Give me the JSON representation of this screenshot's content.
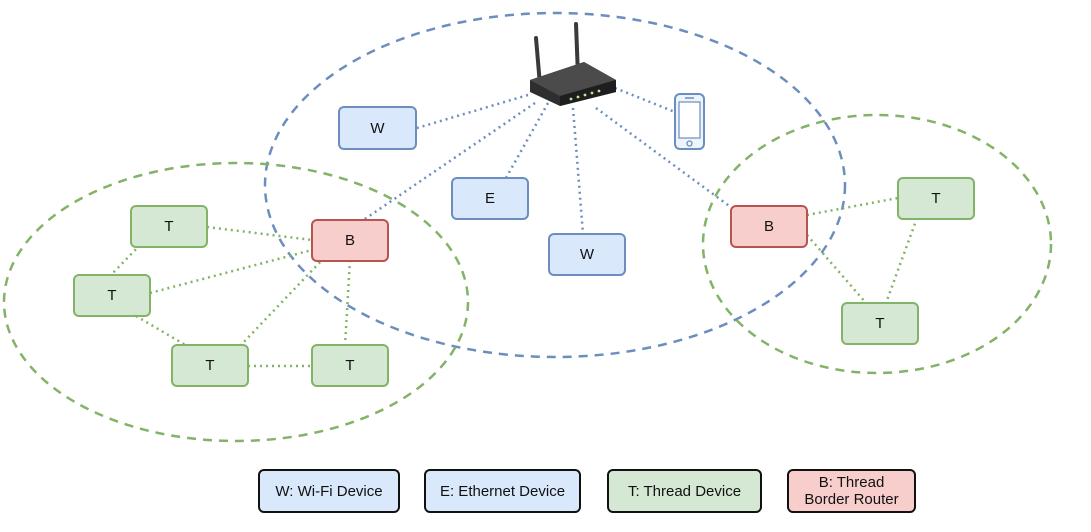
{
  "nodes": {
    "wifi_1": "W",
    "wifi_2": "W",
    "ethernet_1": "E",
    "border_router_left": "B",
    "border_router_right": "B",
    "thread_left_1": "T",
    "thread_left_2": "T",
    "thread_left_3": "T",
    "thread_left_4": "T",
    "thread_right_1": "T",
    "thread_right_2": "T"
  },
  "legend": {
    "wifi": "W: Wi-Fi Device",
    "ethernet": "E: Ethernet Device",
    "thread": "T: Thread Device",
    "border_router_line1": "B: Thread",
    "border_router_line2": "Border Router"
  },
  "colors": {
    "wifi_fill": "#dae8fc",
    "wifi_stroke": "#6c8ebf",
    "thread_fill": "#d5e8d4",
    "thread_stroke": "#82b366",
    "border_router_fill": "#f8cecc",
    "border_router_stroke": "#b85450",
    "wifi_network_ellipse": "#6c8ebf",
    "thread_network_ellipse": "#82b366"
  }
}
